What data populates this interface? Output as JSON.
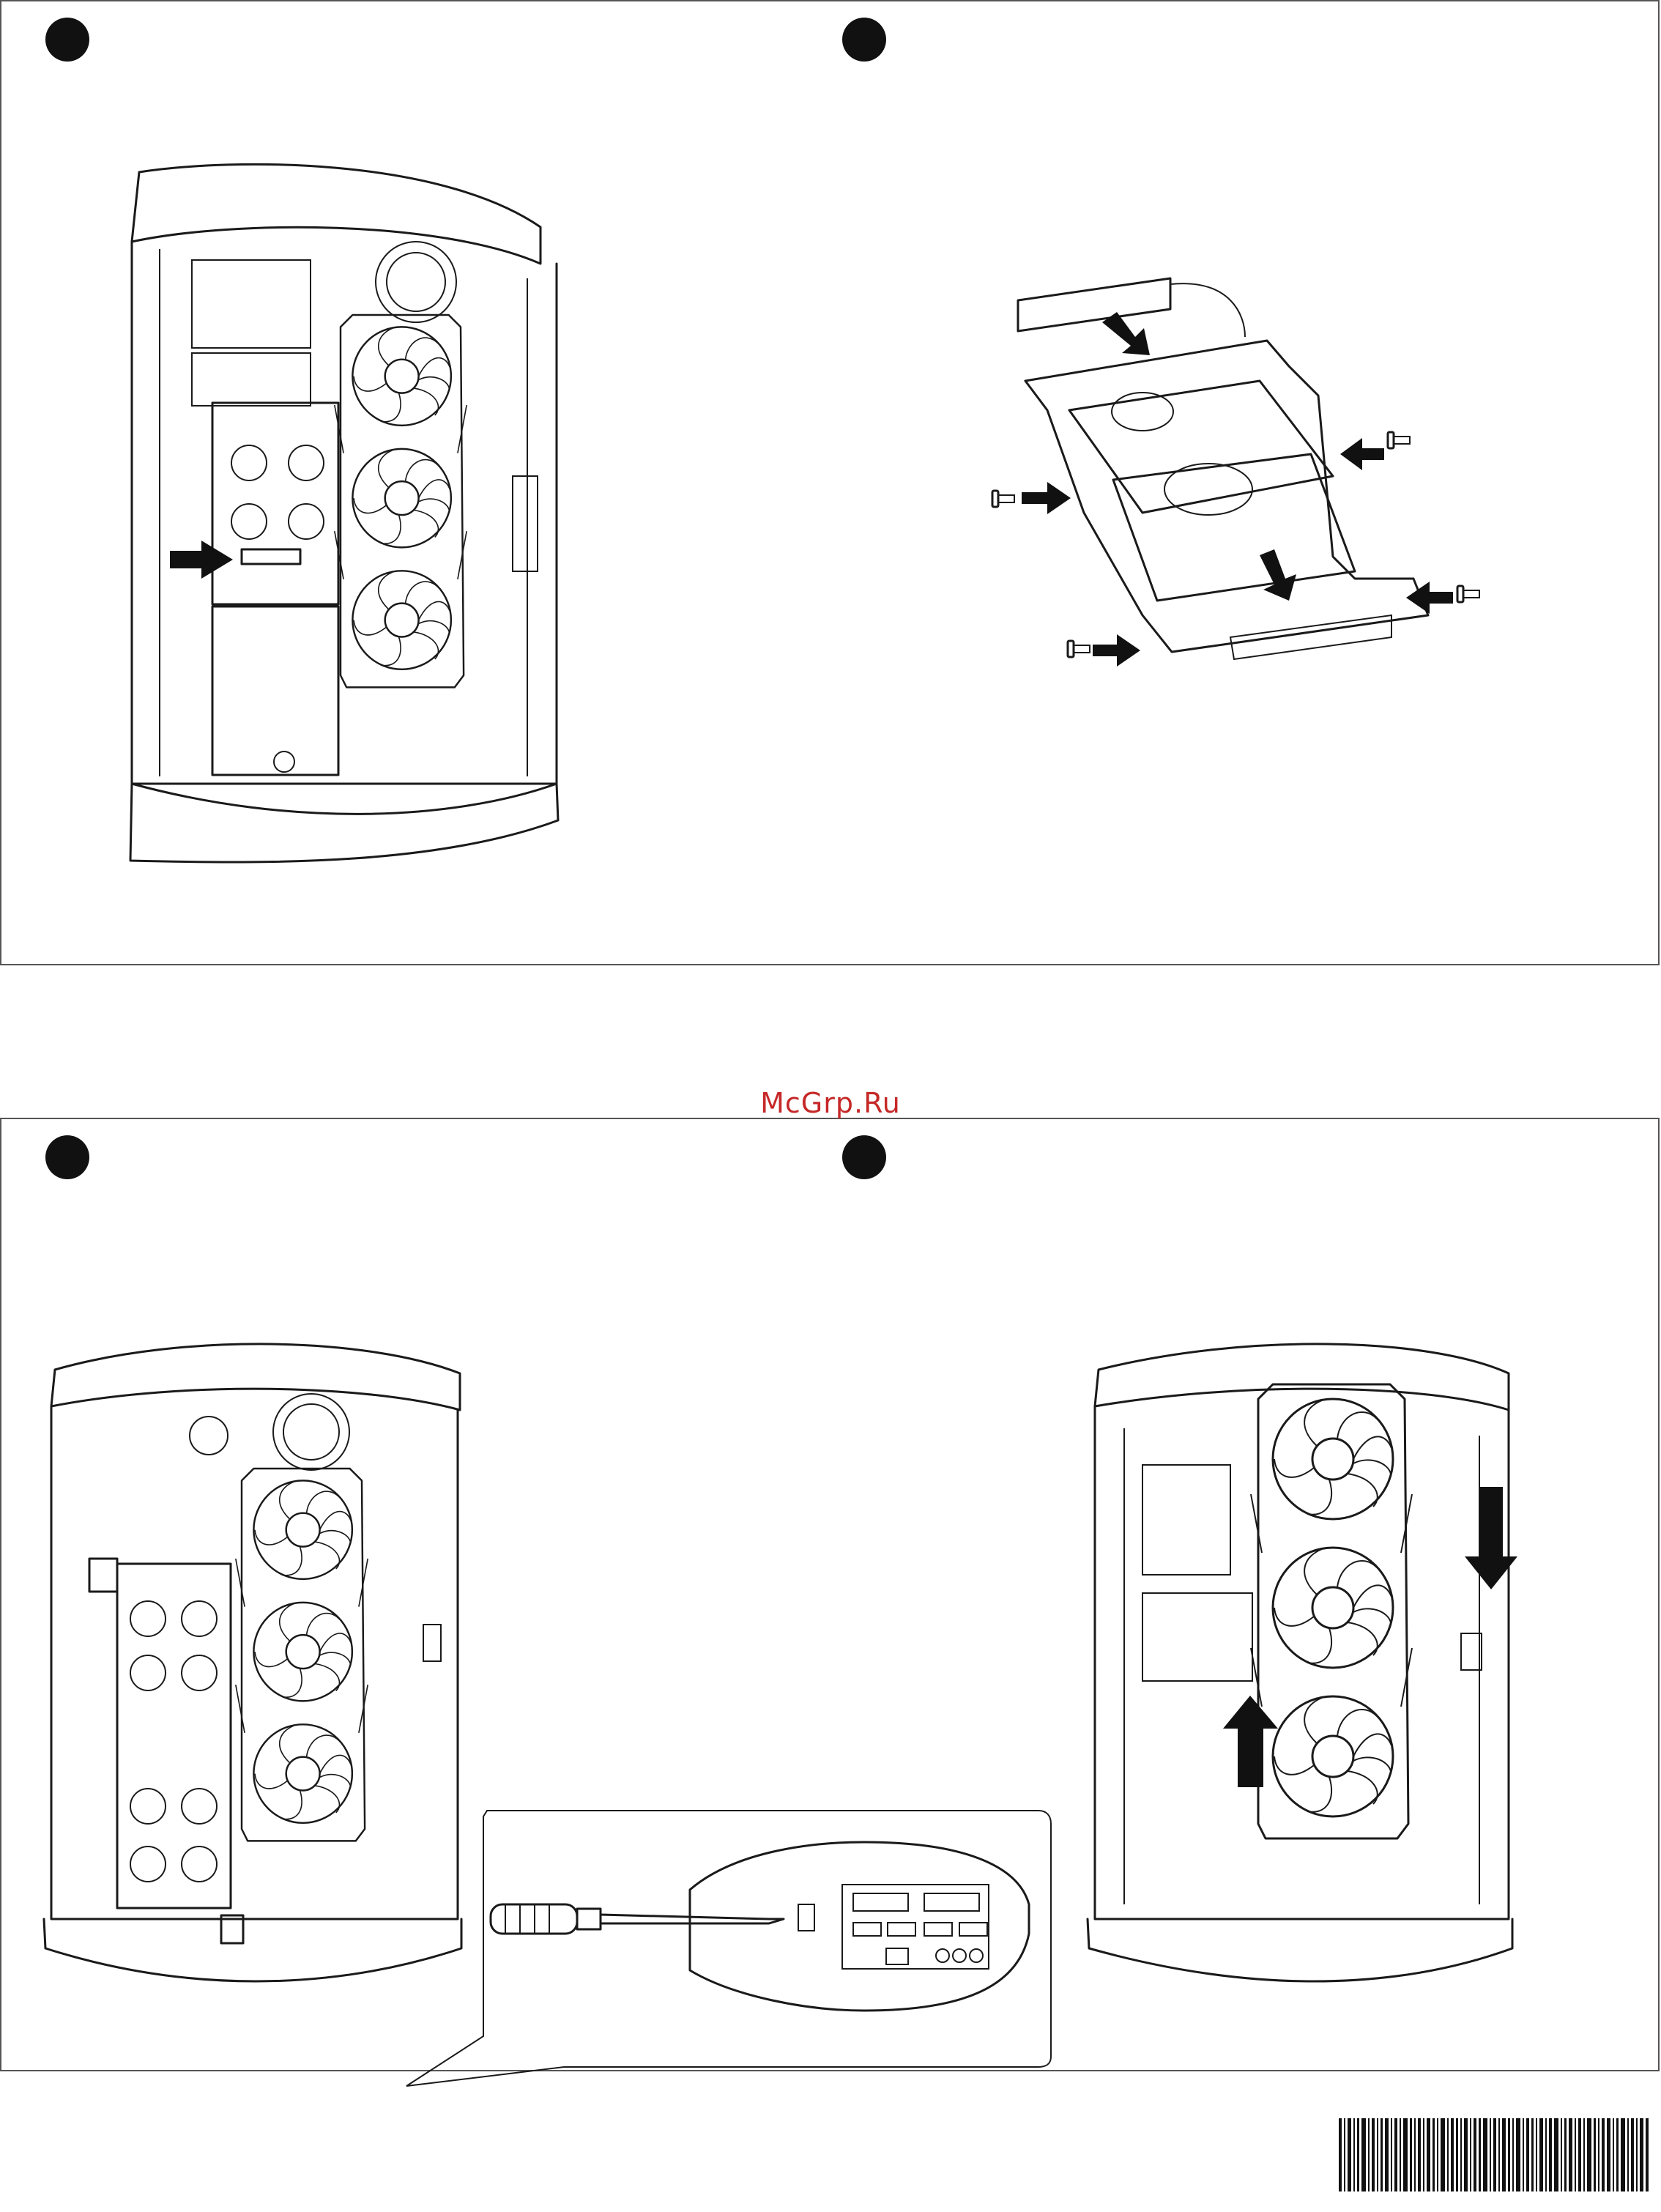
{
  "watermark": "McGrp.Ru",
  "steps": [
    {
      "id": "step-1",
      "label": ""
    },
    {
      "id": "step-2",
      "label": ""
    },
    {
      "id": "step-3",
      "label": ""
    },
    {
      "id": "step-4",
      "label": ""
    }
  ],
  "icons": {
    "arrow": "arrow-icon",
    "screw": "screw-icon",
    "fan": "fan-icon",
    "screwdriver": "screwdriver-icon",
    "rotate": "rotate-icon"
  },
  "colors": {
    "watermark": "#c62828",
    "line": "#1a1a1a",
    "step_marker": "#111111",
    "frame": "#555555"
  }
}
